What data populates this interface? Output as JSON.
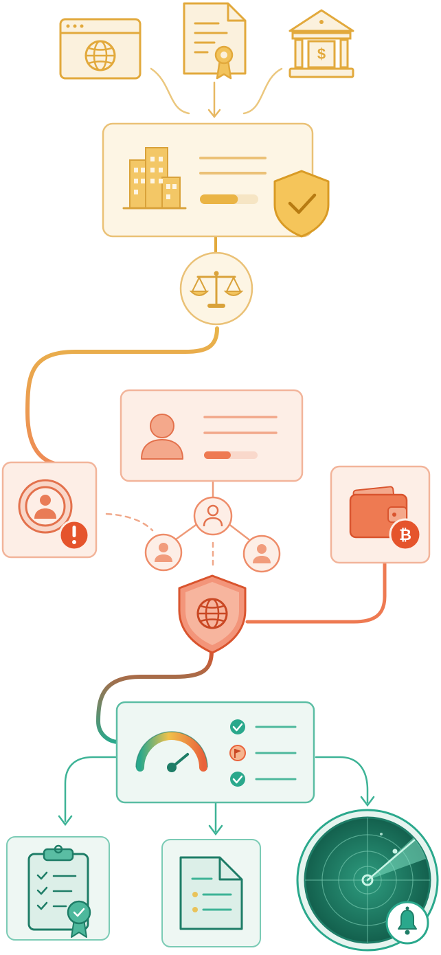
{
  "colors": {
    "gold": "#E2A93C",
    "gold_fill": "#FBF1DD",
    "gold_deep": "#C98A1E",
    "orange": "#EE7A52",
    "orange_fill": "#FCE7DE",
    "orange_deep": "#D9542E",
    "teal": "#2AA88C",
    "teal_fill": "#E6F4EF",
    "teal_deep": "#1E7D67",
    "radar": "#1F7A63",
    "neutral_bar": "#F3E2C2"
  },
  "nodes": {
    "sources": [
      "website-icon",
      "certificate-document-icon",
      "bank-icon"
    ],
    "verification": [
      "buildings-icon",
      "text-lines",
      "progress-bar",
      "shield-check-icon"
    ],
    "adjudication": "balance-scale-icon",
    "profile": [
      "user-icon",
      "text-lines",
      "progress-bar"
    ],
    "alert": [
      "user-circle-icon",
      "alert-exclamation-icon"
    ],
    "network": [
      "user-node-icon",
      "user-node-icon",
      "user-node-icon"
    ],
    "wallet": [
      "wallet-icon",
      "bitcoin-icon"
    ],
    "global_screening": "globe-shield-icon",
    "risk_dashboard": [
      "gauge-icon",
      "check-icon",
      "flag-icon",
      "check-icon"
    ],
    "outputs": [
      "clipboard-certified-icon",
      "document-list-icon",
      "radar-bell-icon"
    ]
  },
  "levels": {
    "verification_progress": 0.65,
    "profile_progress": 0.5,
    "risk_gauge": 0.78
  }
}
